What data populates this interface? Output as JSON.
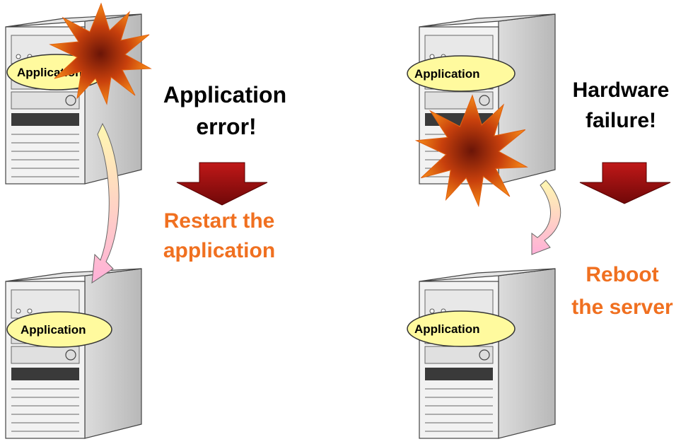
{
  "left_panel": {
    "top_server_app": "Application",
    "bottom_server_app": "Application",
    "event_line1": "Application",
    "event_line2": "error!",
    "action_line1": "Restart the",
    "action_line2": "application"
  },
  "right_panel": {
    "top_server_app": "Application",
    "bottom_server_app": "Application",
    "event_line1": "Hardware",
    "event_line2": "failure!",
    "action_line1": "Reboot",
    "action_line2": "the server"
  },
  "colors": {
    "event_text": "#000000",
    "action_text": "#f07020",
    "arrow_fill": "#8b0b0b",
    "app_ellipse": "#fffa9e",
    "burst_outer": "#f07010",
    "burst_inner": "#7a1a08"
  }
}
